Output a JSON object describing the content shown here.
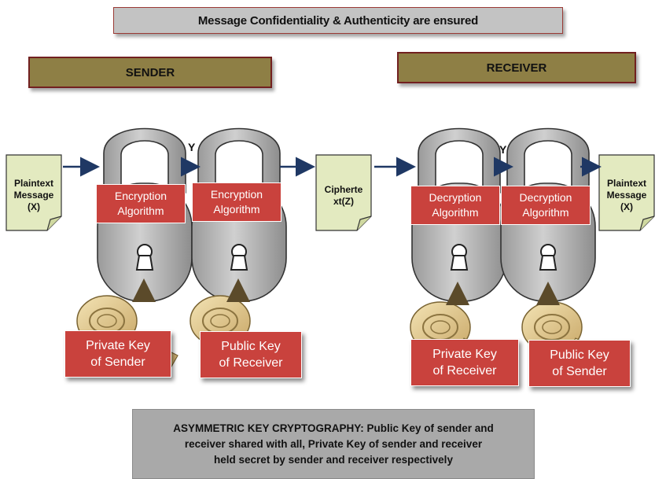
{
  "title": "Message Confidentiality & Authenticity are ensured",
  "sender": {
    "label": "SENDER"
  },
  "receiver": {
    "label": "RECEIVER"
  },
  "documents": {
    "plaintext_input": [
      "Plaintext",
      "Message",
      "(X)"
    ],
    "ciphertext": [
      "Cipherte",
      "xt(Z)"
    ],
    "plaintext_output": [
      "Plaintext",
      "Message",
      "(X)"
    ]
  },
  "intermediate": {
    "sender_y": "Y",
    "receiver_y": "Y"
  },
  "algorithms": {
    "enc1": [
      "Encryption",
      "Algorithm"
    ],
    "enc2": [
      "Encryption",
      "Algorithm"
    ],
    "dec1": [
      "Decryption",
      "Algorithm"
    ],
    "dec2": [
      "Decryption",
      "Algorithm"
    ]
  },
  "keys": {
    "k1": [
      "Private Key",
      "of Sender"
    ],
    "k2": [
      "Public Key",
      "of Receiver"
    ],
    "k3": [
      "Private Key",
      "of Receiver"
    ],
    "k4": [
      "Public Key",
      "of Sender"
    ]
  },
  "footer": [
    "ASYMMETRIC KEY CRYPTOGRAPHY: Public Key of sender and",
    "receiver shared with all, Private Key of sender and receiver",
    "held secret by sender and receiver respectively"
  ],
  "colors": {
    "banner": "#8e7f45",
    "label_red": "#c9423d",
    "document": "#e3eac0",
    "lock_gray": "#bcbcbc",
    "arrow": "#1f3864"
  }
}
